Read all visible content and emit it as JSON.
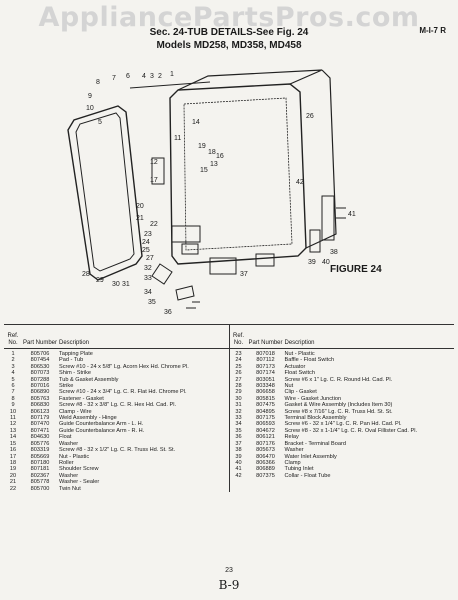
{
  "header": {
    "watermark": "AppliancePartsPros.com",
    "code": "M-I-7 R",
    "section_title": "Sec. 24-TUB DETAILS-See Fig. 24",
    "models": "Models MD258, MD358, MD458"
  },
  "figure": {
    "label": "FIGURE 24",
    "callouts": [
      "8",
      "7",
      "6",
      "4",
      "3",
      "2",
      "1",
      "9",
      "10",
      "5",
      "14",
      "11",
      "19",
      "18",
      "16",
      "13",
      "15",
      "12",
      "17",
      "20",
      "21",
      "22",
      "23",
      "24",
      "25",
      "26",
      "27",
      "28",
      "29",
      "30",
      "31",
      "32",
      "33",
      "34",
      "35",
      "36",
      "37",
      "38",
      "39",
      "40",
      "41",
      "42"
    ]
  },
  "table": {
    "headers": {
      "ref": "Ref. No.",
      "part": "Part Number",
      "desc": "Description"
    },
    "left": [
      {
        "ref": "1",
        "part": "805706",
        "desc": "Tapping Plate"
      },
      {
        "ref": "2",
        "part": "807454",
        "desc": "Pad - Tub"
      },
      {
        "ref": "3",
        "part": "806530",
        "desc": "Screw #10 - 24 x 5/8\" Lg. Acorn Hex Hd. Chrome Pl."
      },
      {
        "ref": "4",
        "part": "807073",
        "desc": "Shim - Strike"
      },
      {
        "ref": "5",
        "part": "807288",
        "desc": "Tub & Gasket Assembly"
      },
      {
        "ref": "6",
        "part": "807016",
        "desc": "Strike"
      },
      {
        "ref": "7",
        "part": "806890",
        "desc": "Screw #10 - 24 x 3/4\" Lg. C. R. Flat Hd. Chrome Pl."
      },
      {
        "ref": "8",
        "part": "805763",
        "desc": "Fastener - Gasket"
      },
      {
        "ref": "9",
        "part": "806830",
        "desc": "Screw #8 - 32 x 3/8\" Lg. C. R. Hex Hd. Cad. Pl."
      },
      {
        "ref": "10",
        "part": "806123",
        "desc": "Clamp - Wire"
      },
      {
        "ref": "11",
        "part": "807179",
        "desc": "Weld Assembly - Hinge"
      },
      {
        "ref": "12",
        "part": "807470",
        "desc": "Guide Counterbalance Arm - L. H."
      },
      {
        "ref": "13",
        "part": "807471",
        "desc": "Guide Counterbalance Arm - R. H."
      },
      {
        "ref": "14",
        "part": "804630",
        "desc": "Float"
      },
      {
        "ref": "15",
        "part": "805776",
        "desc": "Washer"
      },
      {
        "ref": "16",
        "part": "803319",
        "desc": "Screw #8 - 32 x 1/2\" Lg. C. R. Truss Hd. St. St."
      },
      {
        "ref": "17",
        "part": "805669",
        "desc": "Nut - Plastic"
      },
      {
        "ref": "18",
        "part": "807180",
        "desc": "Roller"
      },
      {
        "ref": "19",
        "part": "807181",
        "desc": "Shoulder Screw"
      },
      {
        "ref": "20",
        "part": "802367",
        "desc": "Washer"
      },
      {
        "ref": "21",
        "part": "805778",
        "desc": "Washer - Sealer"
      },
      {
        "ref": "22",
        "part": "805700",
        "desc": "Twin Nut"
      }
    ],
    "right": [
      {
        "ref": "23",
        "part": "807018",
        "desc": "Nut - Plastic"
      },
      {
        "ref": "24",
        "part": "807112",
        "desc": "Baffle - Float Switch"
      },
      {
        "ref": "25",
        "part": "807173",
        "desc": "Actuator"
      },
      {
        "ref": "26",
        "part": "807174",
        "desc": "Float Switch"
      },
      {
        "ref": "27",
        "part": "803051",
        "desc": "Screw #6 x 1\" Lg. C. R. Round Hd. Cad. Pl."
      },
      {
        "ref": "28",
        "part": "803348",
        "desc": "Nut"
      },
      {
        "ref": "29",
        "part": "806658",
        "desc": "Clip - Gasket"
      },
      {
        "ref": "30",
        "part": "805815",
        "desc": "Wire - Gasket Junction"
      },
      {
        "ref": "31",
        "part": "807475",
        "desc": "Gasket & Wire Assembly (Includes Item 30)"
      },
      {
        "ref": "32",
        "part": "804895",
        "desc": "Screw #8 x 7/16\" Lg. C. R. Truss Hd. St. St."
      },
      {
        "ref": "33",
        "part": "807175",
        "desc": "Terminal Block Assembly"
      },
      {
        "ref": "34",
        "part": "806593",
        "desc": "Screw #6 - 32 x 1/4\" Lg. C. R. Pan Hd. Cad. Pl."
      },
      {
        "ref": "35",
        "part": "804672",
        "desc": "Screw #8 - 32 x 1-1/4\" Lg. C. R. Oval Fillister Cad. Pl."
      },
      {
        "ref": "36",
        "part": "806121",
        "desc": "Relay"
      },
      {
        "ref": "37",
        "part": "807176",
        "desc": "Bracket - Terminal Board"
      },
      {
        "ref": "38",
        "part": "805673",
        "desc": "Washer"
      },
      {
        "ref": "39",
        "part": "806470",
        "desc": "Water Inlet Assembly"
      },
      {
        "ref": "40",
        "part": "806366",
        "desc": "Clamp"
      },
      {
        "ref": "41",
        "part": "806889",
        "desc": "Tubing Inlet"
      },
      {
        "ref": "42",
        "part": "807375",
        "desc": "Collar - Float Tube"
      }
    ]
  },
  "footer": {
    "page_number": "23",
    "handwritten": "B-9"
  }
}
